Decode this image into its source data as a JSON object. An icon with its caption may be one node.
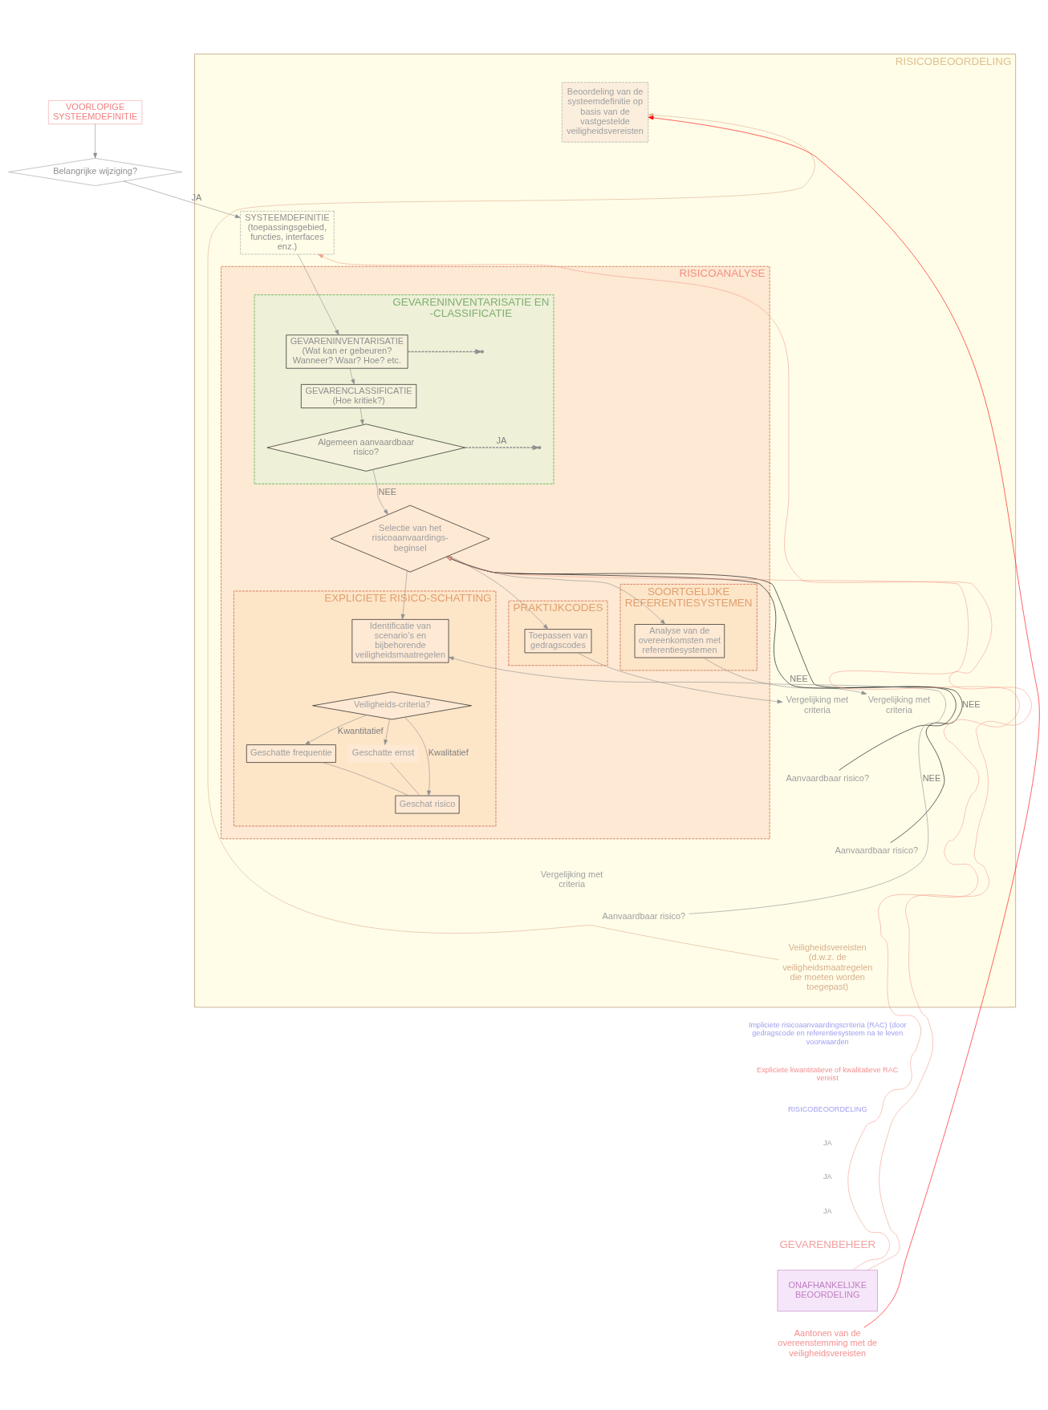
{
  "diagram": {
    "nodes": [
      {
        "text": [
          "VOORLOPIGE SYSTEEMDEFINITIE"
        ]
      },
      {
        "text": [
          "Belangrijke wijziging?"
        ]
      },
      {
        "text": [
          "RISICOBEOORDELING"
        ]
      },
      {
        "text": [
          "SYSTEEMDEFINITIE",
          "(toepassingsgebied, functies, interfaces enz.)"
        ],
        "in": 2
      },
      {
        "text": [
          "Beoordeling van de systeemdefinitie op basis van de vastgestelde veiligheidsvereisten"
        ],
        "in": 2
      },
      {
        "text": [
          "RISICOANALYSE"
        ],
        "in": 2
      },
      {
        "text": [
          "GEVARENINVENTARISATIE EN -CLASSIFICATIE"
        ],
        "in": 5
      },
      {
        "text": [
          "GEVARENINVENTARISATIE",
          "(Wat kan er gebeuren? Wanneer? Waar? Hoe? etc."
        ],
        "in": 6
      },
      {
        "text": [
          "GEVARENCLASSIFICATIE",
          "(Hoe kritiek?)"
        ],
        "in": 6
      },
      {
        "text": [
          "Algemeen aanvaardbaar risico?"
        ],
        "in": 6
      },
      {
        "text": [
          "Selectie van het risicoaanvaardings-beginsel"
        ],
        "in": 5
      },
      {
        "text": [
          "PRAKTIJKCODES"
        ],
        "in": 5
      },
      {
        "text": [
          "Toepassen van gedragscodes"
        ],
        "in": 11
      },
      {
        "text": [
          "SOORTGELIJKE REFERENTIESYSTEMEN"
        ],
        "in": 5
      },
      {
        "text": [
          "Analyse van de overeenkomsten met referentiesystemen"
        ],
        "in": 13
      },
      {
        "text": [
          "EXPLICIETE RISICO-SCHATTING"
        ],
        "in": 5
      },
      {
        "text": [
          "Identificatie van scenario’s en bijbehorende veiligheidsmaatregelen"
        ],
        "in": 15
      },
      {
        "text": [
          "Veiligheids-criteria?"
        ],
        "in": 15
      },
      {
        "text": [
          "Geschatte frequentie"
        ],
        "in": 15
      },
      {
        "text": [
          "Geschatte ernst"
        ],
        "in": 15
      },
      {
        "text": [
          "Geschat risico"
        ],
        "in": 15
      },
      {
        "text": [
          "Vergelijking met criteria"
        ],
        "in": 2
      },
      {
        "text": [
          "Vergelijking met criteria"
        ],
        "in": 2
      },
      {
        "text": [
          "Vergelijking met criteria"
        ],
        "in": 2
      },
      {
        "text": [
          "Aanvaardbaar risico?"
        ],
        "in": 2
      },
      {
        "text": [
          "Aanvaardbaar risico?"
        ],
        "in": 2
      },
      {
        "text": [
          "Aanvaardbaar risico?"
        ],
        "in": 2
      },
      {
        "text": [
          "Veiligheidsvereisten",
          "(d.w.z. de veiligheidsmaatregelen die moeten worden toegepast)"
        ],
        "in": 2
      },
      {
        "text": [
          "ONAFHANKELIJKE BEOORDELING"
        ]
      },
      {
        "text": [
          "Aantonen van de overeenstemming met de veiligheidsvereisten"
        ]
      }
    ],
    "edges": [
      {
        "from": 0,
        "to": 1,
        "arrow": "to"
      },
      {
        "from": 1,
        "to": 3,
        "arrow": "to",
        "label": "JA"
      },
      {
        "from": 3,
        "to": 7,
        "arrow": "to"
      },
      {
        "from": 7,
        "to": 8,
        "arrow": "to"
      },
      {
        "from": 8,
        "to": 9,
        "arrow": "to"
      },
      {
        "from": 7,
        "to": null,
        "arrow": "to",
        "style": "dashed"
      },
      {
        "from": 9,
        "to": null,
        "arrow": "to",
        "style": "dashed",
        "label": "JA"
      },
      {
        "from": 9,
        "to": 10,
        "arrow": "to",
        "label": "NEE"
      },
      {
        "from": 10,
        "to": 12,
        "arrow": "to"
      },
      {
        "from": 10,
        "to": 14,
        "arrow": "to"
      },
      {
        "from": 10,
        "to": 16,
        "arrow": "to"
      },
      {
        "from": 17,
        "to": 20,
        "arrow": "to",
        "label": "Kwalitatief"
      },
      {
        "from": 17,
        "to": 18,
        "arrow": "to",
        "label": "Kwantitatief"
      },
      {
        "from": 17,
        "to": 19,
        "arrow": "to"
      },
      {
        "from": 18,
        "to": 20,
        "arrow": "none"
      },
      {
        "from": 19,
        "to": 20,
        "arrow": "none"
      },
      {
        "from": 12,
        "to": 21,
        "arrow": "to"
      },
      {
        "from": 14,
        "to": 22,
        "arrow": "to"
      },
      {
        "from": 24,
        "to": 10,
        "arrow": "to",
        "label": "NEE",
        "color": "#000000"
      },
      {
        "from": 25,
        "to": 10,
        "arrow": "to",
        "label": "NEE",
        "color": "#000000"
      },
      {
        "from": 26,
        "to": 16,
        "arrow": "to",
        "label": "NEE"
      },
      {
        "from": 27,
        "to": 4,
        "arrow": "to",
        "color": "#e0b090"
      },
      {
        "from": 29,
        "to": 4,
        "arrow": "to",
        "color": "#ff0000"
      },
      {
        "from": 28,
        "to": 3,
        "arrow": "to",
        "color": "#f4a090"
      },
      {
        "from": 28,
        "to": 10,
        "arrow": "to",
        "color": "#f4a090"
      }
    ],
    "labels": [
      "Impliciete risicoaanvaardingscriteria (RAC) (door gedragscode en referentiesysteem na te leven voorwaarden",
      "Expliciete kwantitatieve of kwalitatieve RAC vereist",
      "RISICOBEOORDELING",
      "JA",
      "JA",
      "JA",
      "GEVARENBEHEER"
    ]
  }
}
